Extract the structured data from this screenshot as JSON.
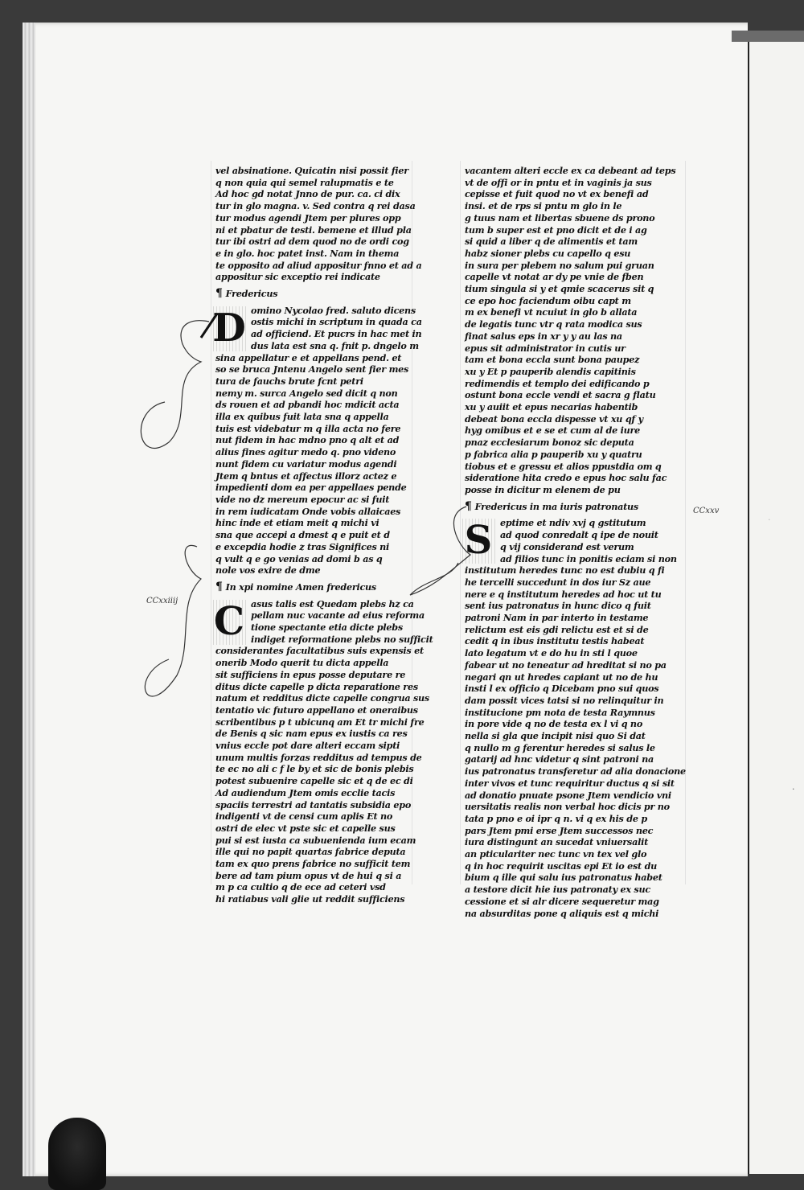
{
  "left_column": {
    "lines_a": [
      "vel absinatione. Quicatin nisi possit fier",
      "q non quia qui semel ralupmatis e te",
      "Ad hoc gd notat Jnno de pur. ca. ci dix",
      "tur in glo magna. v. Sed contra q rei dasa",
      "tur modus agendi Jtem per plures opp",
      "ni et pbatur de testi. bemene et illud pla",
      "tur ibi ostri ad dem quod no de ordi cog",
      "e in glo. hoc patet inst. Nam in thema",
      "te opposito ad aliud appositur fnno et ad a",
      "appositur sic exceptio rei indicate"
    ],
    "rubric_a": "Fredericus",
    "initial_a": "D",
    "lines_b": [
      "omino Nycolao fred. saluto dicens",
      "ostis michi in scriptum in quada ca",
      "ad officiend. Et pucrs in hac met in",
      "dus lata est sna q. fnit p. dngelo m",
      "sina appellatur e et appellans pend. et",
      "so se bruca Jntenu Angelo sent fier mes",
      "tura de fauchs brute fcnt petri",
      "nemy m. surca Angelo sed dicit q non",
      "ds rouen et ad pbandi hoc mdicit acta",
      "illa ex quibus fuit lata sna q appella",
      "tuis est videbatur m q illa acta no fere",
      "nut fidem in hac mdno pno q alt et ad",
      "alius fines agitur medo q. pno videno",
      "nunt fidem cu variatur modus agendi",
      "Jtem q bntus et affectus illorz actez e",
      "impedienti dom ea per appellaes pende",
      "vide no dz mereum epocur ac si fuit",
      "in rem iudicatam Onde vobis allaicaes",
      "hinc inde et etiam meit q michi vi",
      "sna que accepi a dmest q e puit et d",
      "e excepdia hodie z tras Significes ni",
      "q vult q e go venias ad domi b as q",
      "nole vos exire de dme"
    ],
    "rubric_b": "In xpi nomine Amen fredericus",
    "initial_b": "C",
    "lines_c": [
      "asus talis est Quedam plebs hz ca",
      "pellam nuc vacante ad eius reforma",
      "tione spectante etia dicte plebs",
      "indiget reformatione plebs no sufficit",
      "considerantes facultatibus suis expensis et",
      "onerib Modo querit tu dicta appella",
      "sit sufficiens in epus posse deputare re",
      "ditus dicte capelle p dicta reparatione res",
      "natum et redditus dicte capelle congrua sus",
      "tentatio vic futuro appellano et oneraibus",
      "scribentibus p t ubicunq am Et tr michi fre",
      "de Benis q sic nam epus ex iustis ca res",
      "vnius eccle pot dare alteri eccam sipti",
      "unum multis forzas redditus ad tempus de",
      "te ec no ali c f le by et sic de bonis plebis",
      "potest subuenire capelle sic et q de ec di",
      "Ad audiendum Jtem omis ecclie tacis",
      "spaciis terrestri ad tantatis subsidia epo",
      "indigenti vt de censi cum aplis Et no",
      "ostri de elec vt pste sic et capelle sus",
      "pui si est iusta ca subuenienda ium ecam",
      "ille qui no papit quartas fabrice deputa",
      "tam ex quo prens fabrice no sufficit tem",
      "bere ad tam pium opus vt de hui q si a",
      "m p ca cultio q de ece ad ceteri vsd",
      "hi ratiabus vali glie ut reddit sufficiens"
    ],
    "margin_label": "CCxxiiij"
  },
  "right_column": {
    "lines_a": [
      "vacantem alteri eccle ex ca debeant ad teps",
      "vt de offi or in pntu et in vaginis ja sus",
      "cepisse et fuit quod no vt ex benefi ad",
      "insi. et de rps si pntu m glo in le",
      "g tuus nam et libertas sbuene ds prono",
      "tum b super est et pno dicit et de i ag",
      "si quid a liber q de alimentis et tam",
      "habz sioner plebs cu capello q esu",
      "in sura per plebem no salum pui gruan",
      "capelle vt notat ar dy pe vnie de fben",
      "tium singula si y et qmie scacerus sit q",
      "ce epo hoc faciendum oibu capt m",
      "m ex benefi vt ncuiut in glo b allata",
      "de legatis tunc vtr q rata modica sus",
      "finat salus eps in xr y y au las na",
      "epus sit administrator in cutis ur",
      "tam et bona eccla sunt bona paupez",
      "xu y Et p pauperib alendis capitinis",
      "redimendis et templo dei edificando p",
      "ostunt bona eccle vendi et sacra g flatu",
      "xu y auiit et epus necarias habentib",
      "debeat bona eccla dispesse vt xu qf y",
      "hyg omibus et e se et cum al de iure",
      "pnaz ecclesiarum bonoz sic deputa",
      "p fabrica alia p pauperib xu y quatru",
      "tiobus et e gressu et alios ppustdia om q",
      "sideratione hita credo e epus hoc salu fac",
      "posse in dicitur m elenem de pu"
    ],
    "rubric_a": "Fredericus in ma iuris patronatus",
    "initial_a": "S",
    "lines_b": [
      "eptime et ndiv xvj q gstitutum",
      "ad quod conredalt q ipe de nouit",
      "q vij considerand est verum",
      "ad filios tunc in ponitis eciam si non",
      "institutum heredes tunc no est dubiu q fi",
      "he tercelli succedunt in dos iur Sz aue",
      "nere e q institutum heredes ad hoc ut tu",
      "sent ius patronatus in hunc dico q fuit",
      "patroni Nam in par interto in testame",
      "relictum est eis gdi relictu est et si de",
      "cedit q in ibus institutu testis habeat",
      "lato legatum vt e do hu in sti l quoe",
      "fabear ut no teneatur ad hreditat si no pa",
      "negari qn ut hredes capiant ut no de hu",
      "insti l ex officio q Dicebam pno sui quos",
      "dam possit vices tatsi si no relinquitur in",
      "institucione pm nota de testa Raymnus",
      "in pore vide q no de testa ex l vi q no",
      "nella si gla que incipit nisi quo Si dat",
      "q nullo m g ferentur heredes si salus le",
      "gatarij ad hnc videtur q sint patroni na",
      "ius patronatus transferetur ad alia donacione",
      "inter vivos et tunc requiritur ductus q si sit",
      "ad donatio pnuate psone Jtem vendicio vni",
      "uersitatis realis non verbal hoc dicis pr no",
      "tata p pno e oi ipr q n. vi q ex his de p",
      "pars Jtem pmi erse Jtem successos nec",
      "iura distingunt an sucedat vniuersalit",
      "an pticulariter nec tunc vn tex vel glo",
      "q in hoc requirit uscitas epi Et io est du",
      "bium q ille qui salu ius patronatus habet",
      "a testore dicit hie ius patronaty ex suc",
      "cessione et si alr dicere sequeretur mag",
      "na absurditas pone q aliquis est q michi"
    ],
    "margin_label": "CCxxv"
  }
}
